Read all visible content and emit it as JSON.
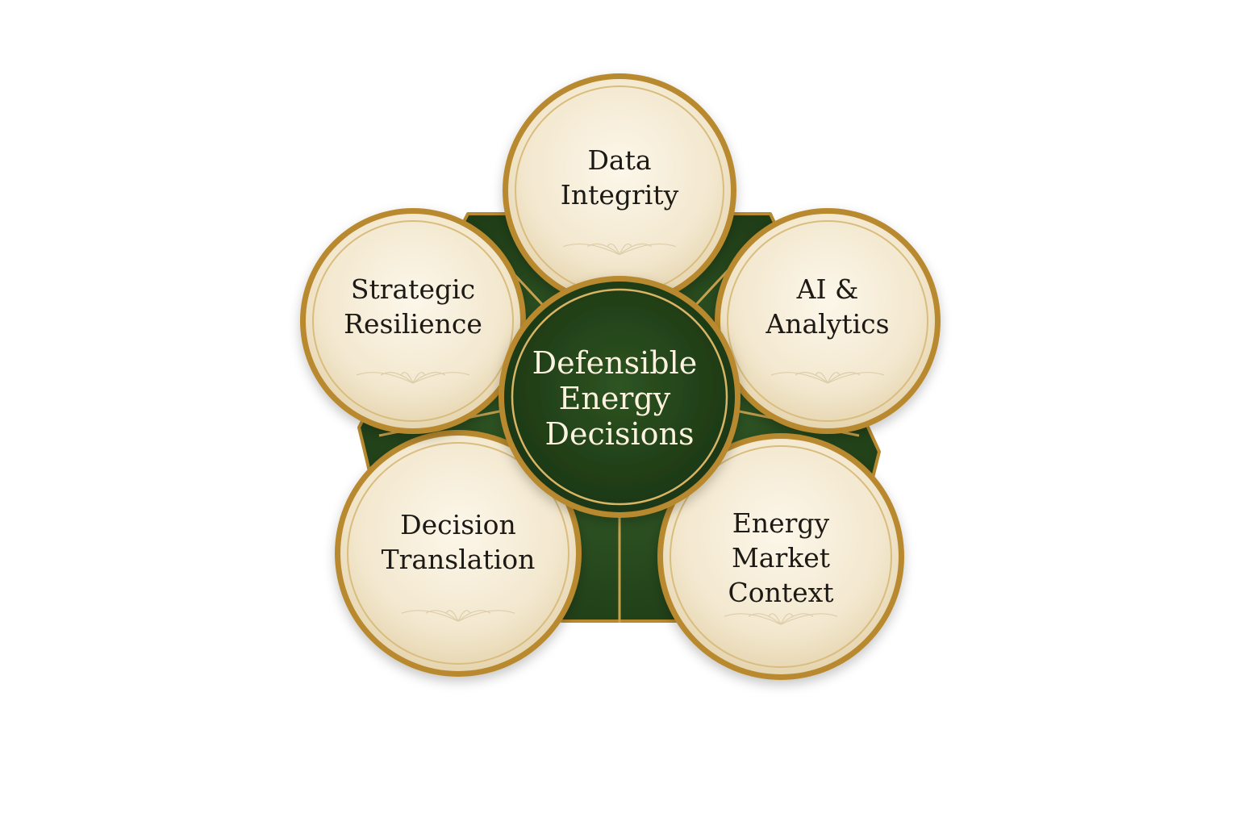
{
  "diagram": {
    "center": {
      "lines": [
        "Defensible",
        "Energy",
        "Decisions"
      ]
    },
    "nodes": [
      {
        "id": "data-integrity",
        "lines": [
          "Data",
          "Integrity"
        ]
      },
      {
        "id": "ai-analytics",
        "lines": [
          "AI &",
          "Analytics"
        ]
      },
      {
        "id": "energy-market-context",
        "lines": [
          "Energy",
          "Market",
          "Context"
        ]
      },
      {
        "id": "decision-translation",
        "lines": [
          "Decision",
          "Translation"
        ]
      },
      {
        "id": "strategic-resilience",
        "lines": [
          "Strategic",
          "Resilience"
        ]
      }
    ],
    "colors": {
      "green_dark": "#1f3d17",
      "green_mid": "#2f5a23",
      "gold": "#b8892e",
      "gold_light": "#e2c27a",
      "cream": "#f4ead4",
      "cream_light": "#fbf5e6",
      "text_dark": "#1d1a16",
      "text_light": "#fbf3df"
    }
  }
}
